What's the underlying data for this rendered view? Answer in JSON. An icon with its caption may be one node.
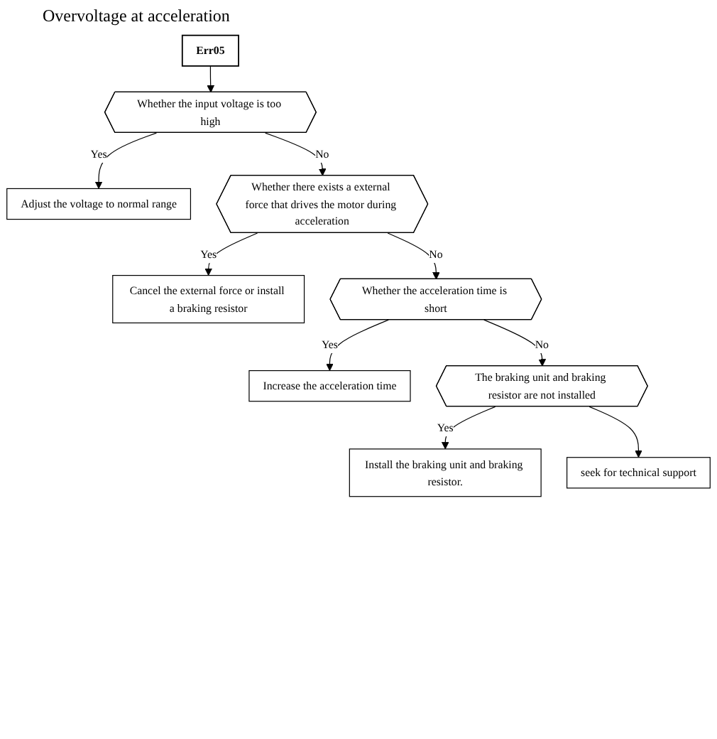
{
  "diagram": {
    "title": "Overvoltage at acceleration",
    "nodes": [
      {
        "text": [
          "Err05"
        ]
      },
      {
        "text": [
          "Whether the input voltage is too high"
        ]
      },
      {
        "text": [
          "Adjust the voltage to normal range"
        ]
      },
      {
        "text": [
          "Whether there exists a external force that drives the motor during acceleration"
        ]
      },
      {
        "text": [
          "Cancel the external force or install a braking resistor"
        ]
      },
      {
        "text": [
          "Whether the acceleration time is short"
        ]
      },
      {
        "text": [
          "Increase the acceleration time"
        ]
      },
      {
        "text": [
          "The braking unit and braking resistor are not installed"
        ]
      },
      {
        "text": [
          "Install the braking unit and braking resistor."
        ]
      },
      {
        "text": [
          "seek for technical support"
        ]
      }
    ],
    "edges": [
      {
        "from": 0,
        "to": 1,
        "arrow": "to"
      },
      {
        "from": 1,
        "to": 2,
        "arrow": "to",
        "label": "Yes"
      },
      {
        "from": 1,
        "to": 3,
        "arrow": "to",
        "label": "No"
      },
      {
        "from": 3,
        "to": 4,
        "arrow": "to",
        "label": "Yes"
      },
      {
        "from": 3,
        "to": 5,
        "arrow": "to",
        "label": "No"
      },
      {
        "from": 5,
        "to": 6,
        "arrow": "to",
        "label": "Yes"
      },
      {
        "from": 5,
        "to": 7,
        "arrow": "to",
        "label": "No"
      },
      {
        "from": 7,
        "to": 8,
        "arrow": "to",
        "label": "Yes"
      },
      {
        "from": 7,
        "to": 9,
        "arrow": "to"
      }
    ]
  }
}
